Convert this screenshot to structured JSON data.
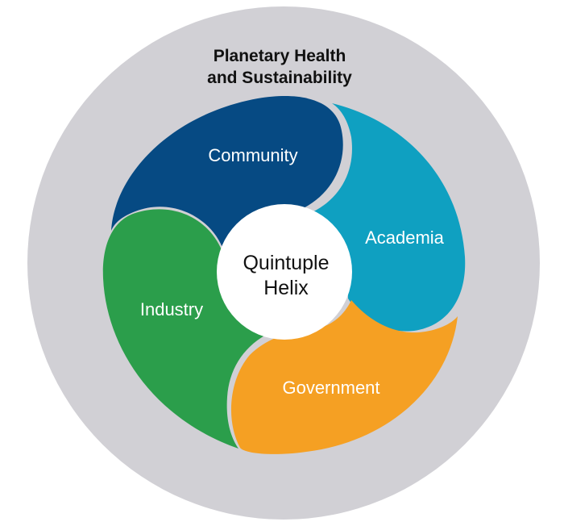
{
  "title": {
    "line1": "Planetary Health",
    "line2": "and Sustainability"
  },
  "center": {
    "line1": "Quintuple",
    "line2": "Helix"
  },
  "sectors": {
    "community": "Community",
    "academia": "Academia",
    "government": "Government",
    "industry": "Industry"
  },
  "colors": {
    "outer_ring": "#d1d0d5",
    "community": "#064a83",
    "academia": "#0fa0c1",
    "government": "#f5a023",
    "industry": "#2b9e4b",
    "center": "#ffffff"
  }
}
